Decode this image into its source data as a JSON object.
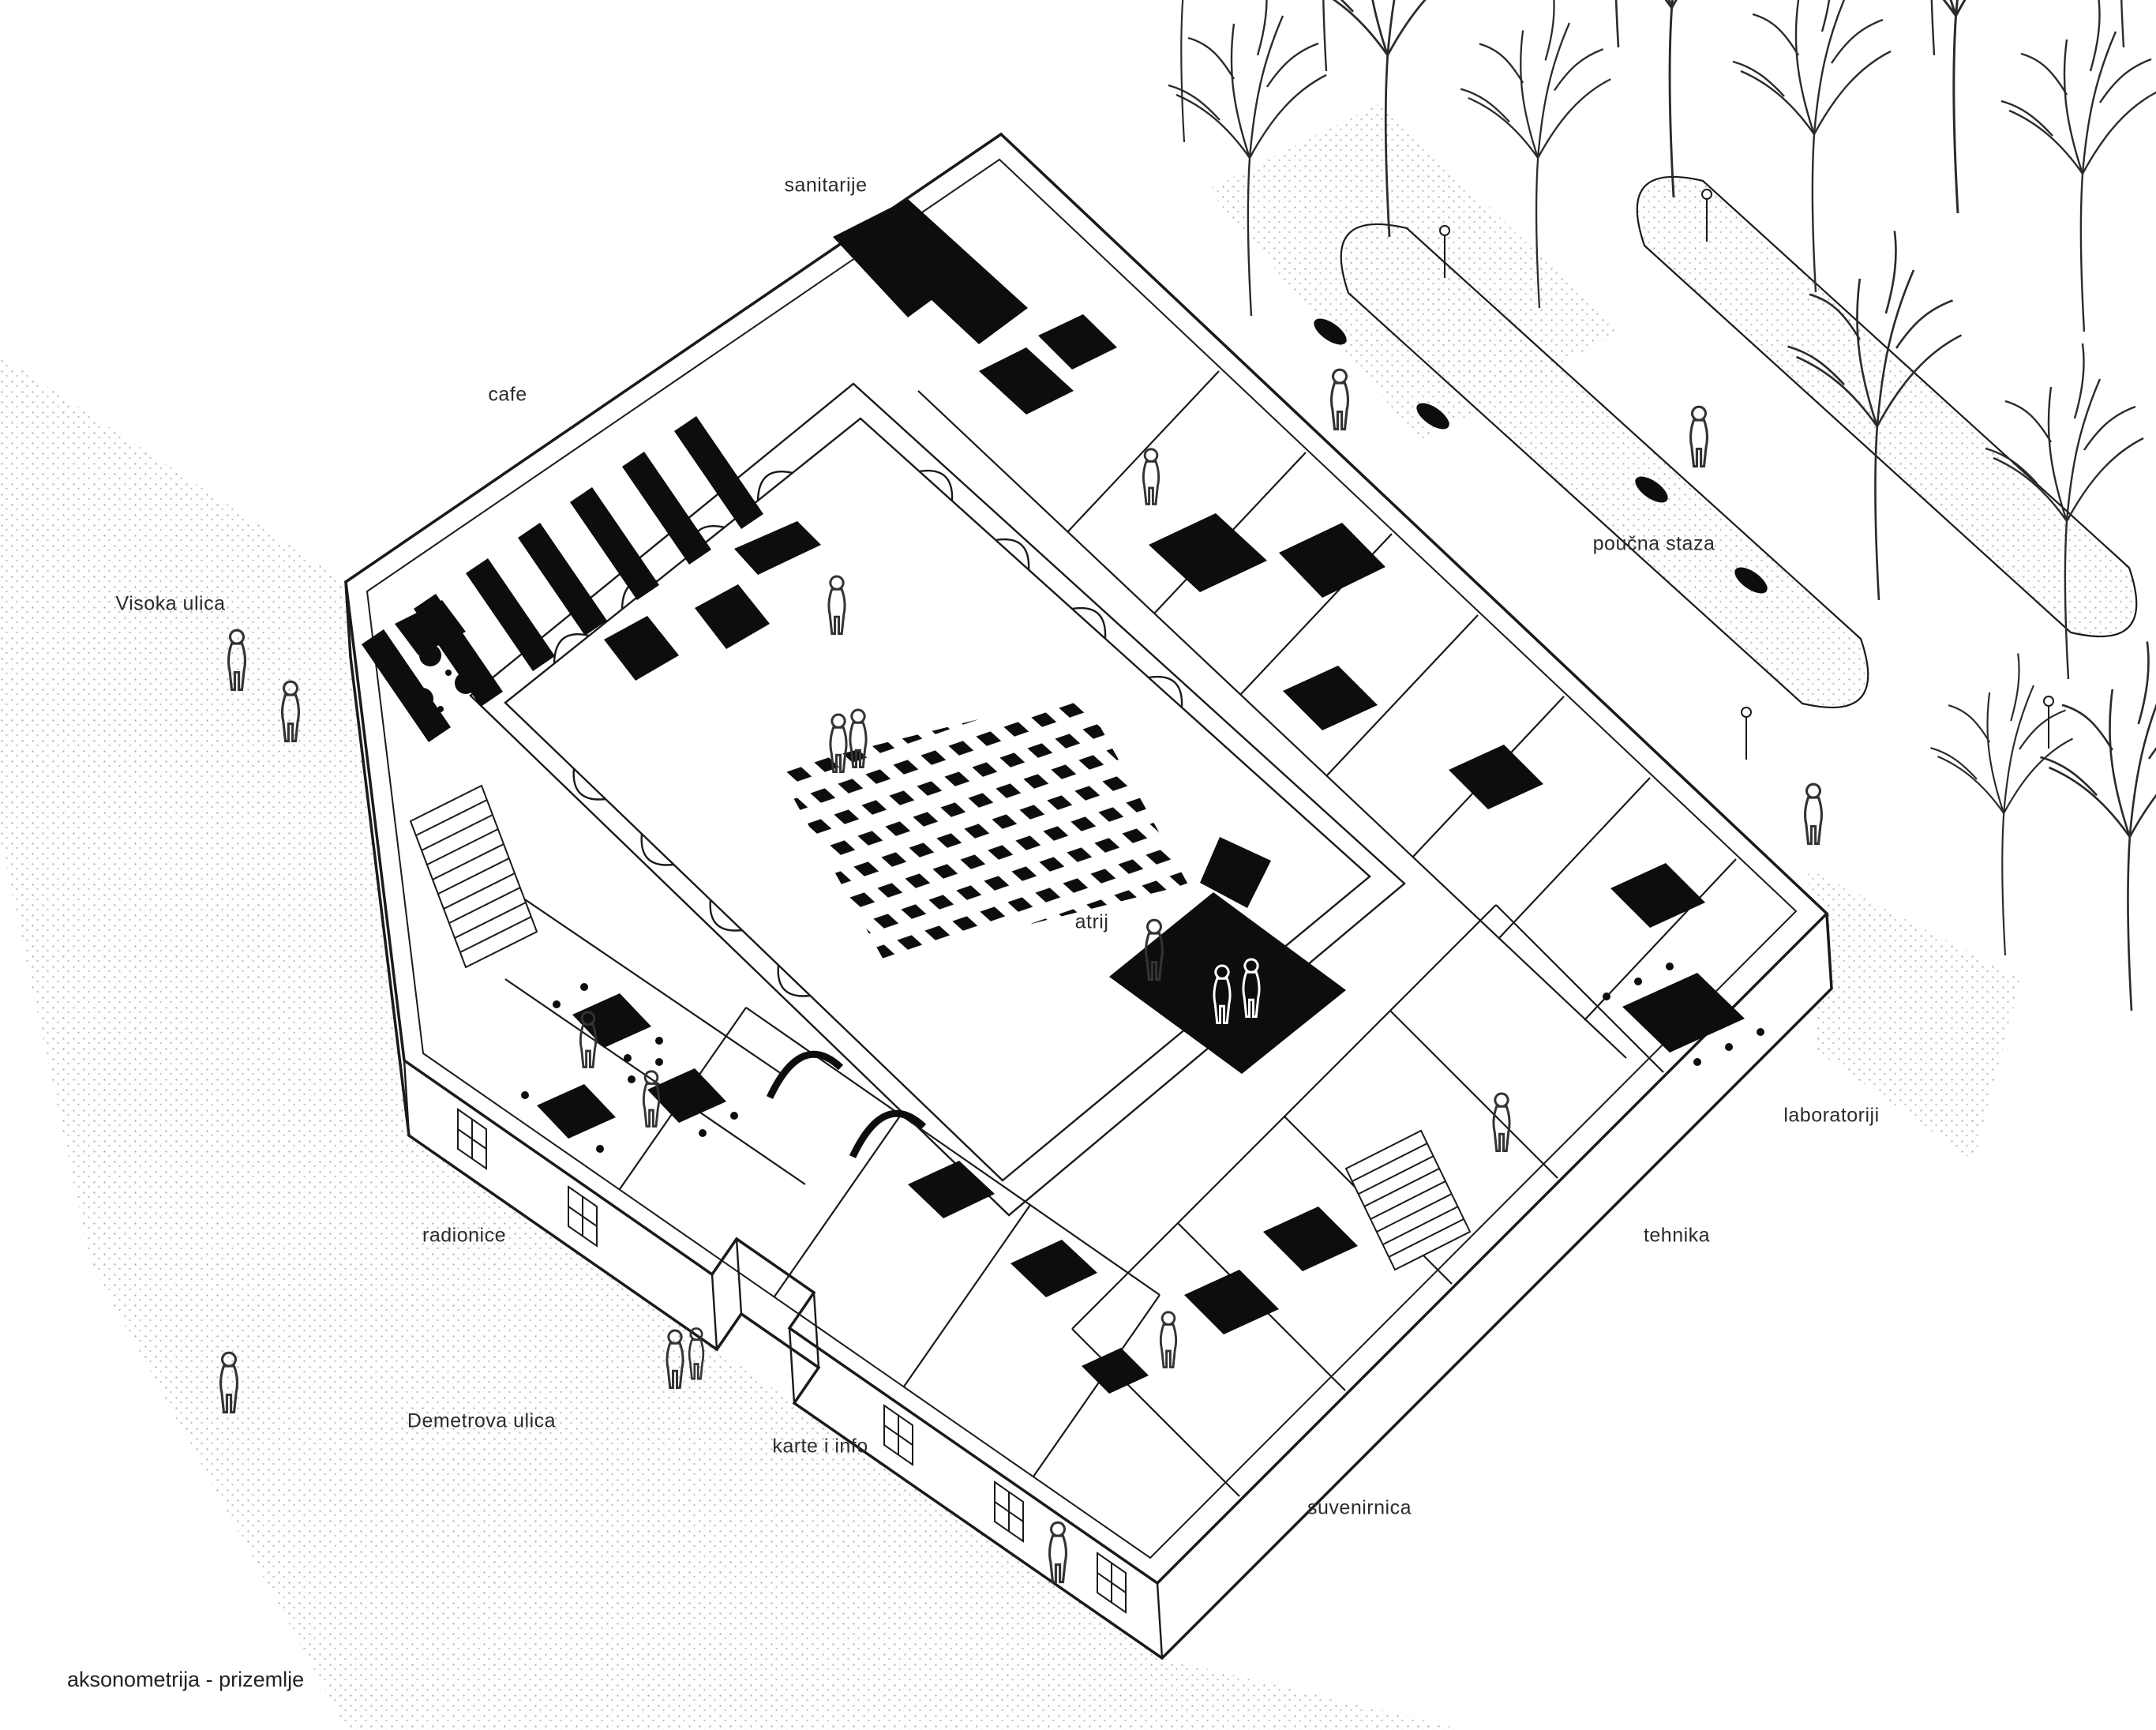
{
  "title": "aksonometrija - prizemlje",
  "labels": {
    "sanitarije": "sanitarije",
    "cafe": "cafe",
    "visoka_ulica": "Visoka ulica",
    "poucna_staza": "poučna staza",
    "atrij": "atrij",
    "laboratoriji": "laboratoriji",
    "tehnika": "tehnika",
    "radionice": "radionice",
    "demetrova_ulica": "Demetrova ulica",
    "karte_i_info": "karte i info",
    "suvenirnica": "suvenirnica",
    "caption": "aksonometrija - prizemlje"
  },
  "colors": {
    "ink": "#1a1a1a",
    "paper": "#ffffff",
    "stipple": "#b5b5b5"
  }
}
